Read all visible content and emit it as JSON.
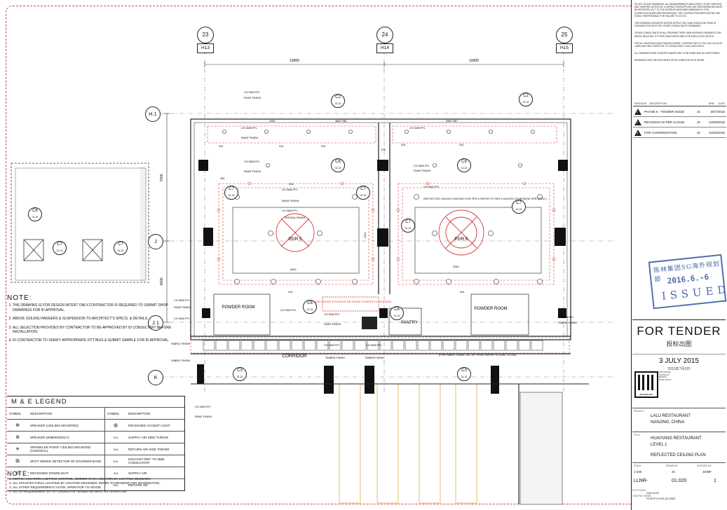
{
  "grid": {
    "columns": [
      {
        "num": "23",
        "code": "H13"
      },
      {
        "num": "24",
        "code": "H14"
      },
      {
        "num": "25",
        "code": "H15"
      }
    ],
    "rows": [
      "H.1",
      "J",
      "J.1",
      "K"
    ],
    "span_dims": [
      "10000",
      "10000"
    ],
    "row_dims": [
      "7000",
      "4000"
    ]
  },
  "plan": {
    "rooms": {
      "pdr5": "PDR 5",
      "pdr6": "PDR 6",
      "powder1": "POWDER ROOM",
      "powder2": "POWDER ROOM",
      "corridor": "CORRIDOR",
      "pantry": "PANTRY"
    },
    "section_tags": [
      "C2",
      "C2",
      "C8",
      "C8",
      "C7",
      "C7",
      "C7",
      "C7",
      "C6",
      "C7",
      "C7",
      "C6",
      "C6",
      "C3",
      "C3"
    ],
    "tag_sheet": "01.23",
    "ch_labels": [
      "CH 3300 FFL",
      "CH 3600 FFL",
      "CH 3825 FFL",
      "CH 4825 FFL"
    ],
    "finish_label": "PAINT FINISH",
    "special_finish": "SPECIAL FINISH",
    "timber_finish": "TIMBER FINISH",
    "fabric_finish": "FABRIC FINISH",
    "reflected_note": "(REFLECTED CEILING FINISHES FOR PDR 6 REFER TO PDR 5 UNLESS OTHERWISE SPECIFIED.)",
    "pantry_note": "* PLEASE ADVISE IF EXHAUST AIR OR M/E IN PANTRY IS REQUIRED",
    "fabric_note": "(FOR FABRIC PANEL SET-UP, POINT REFER TO DWG. 01.035)",
    "dims": [
      "1050",
      "3600 TBC",
      "2550 TBC",
      "6200",
      "2250",
      "600",
      "250",
      "4600",
      "2224",
      "1450"
    ],
    "sa_label": "S/A",
    "ra_label": "R/A"
  },
  "notes": {
    "title": "NOTE:",
    "items": [
      "THE DRAWING IS FOR DESIGN INTENT ONLY.CONTRACTOR IS REQUIRED TO SUBMIT SHOP DRAWINGS FOR ID APPROVAL.",
      "ABOVE CEILING HANGERS & SUSPENSION TO ARCHITECT'S SPECS. & DETAILS.",
      "ALL SELECTION PROVIDED BY CONTRACTOR TO BE APPROVED BY ID CONSULTANT BEFORE INSTALLATION.",
      "ID CONTRACTOR TO VERIFY APPROPRIATE FITTINGS & SUBMIT SAMPLE FOR ID APPROVAL."
    ]
  },
  "legend": {
    "title": "M & E LEGEND",
    "col_symbol": "SYMBOL",
    "col_desc": "DESCRIPTION",
    "left": [
      {
        "sym": "⊕",
        "desc": "SPEAKER (CEILING MOUNTED)"
      },
      {
        "sym": "⊛",
        "desc": "SPEAKER (EMERGENCY)"
      },
      {
        "sym": "✳",
        "desc": "SPRINKLER POINT: CEILING MOUNTED (CONCEAL)"
      },
      {
        "sym": "⊞",
        "desc": "SPOT SMOKE DETECTOR W/ SOUNDER BASE"
      },
      {
        "sym": "◎",
        "desc": "RECESSED DOWNLIGHT"
      }
    ],
    "right": [
      {
        "sym": "◍",
        "desc": "RECESSED ACCENT LIGHT"
      },
      {
        "sym": "S/A",
        "desc": "SUPPLY AIR SIDE THROW"
      },
      {
        "sym": "R/A",
        "desc": "RETURN AIR SIDE THROW"
      },
      {
        "sym": "E/A",
        "desc": "EXHAUST REF. TO M&E CONSULTANT"
      },
      {
        "sym": "S/A",
        "desc": "SUPPLY AIR"
      },
      {
        "sym": "R/A",
        "desc": "RETURN AIR"
      }
    ]
  },
  "notes2": {
    "title": "NOTE:",
    "items": [
      "SWITCH LOCATION, LIGHTING CONTROL, DIMMER RACK LOCATION BY LIGHTING DESIGNER.",
      "ALL ARCHITECTURAL LIGHTING BY LIGHTING DESIGNER, REFER TO DRAWING FOR INFORMATION.",
      "ALL OTHER REQUIREMENTS HOTEL OPERATOR TO ADVISE.",
      "ALL AV REQUIREMENT BY AV CONSULTANT BASED ON INPUT BY OPERATOR."
    ]
  },
  "title_block": {
    "general_notes": [
      "DO NOT SCALE DRAWINGS. ALL MEASUREMENTS AND LEVELS TO BE CHECKED AND VERIFIED ON SITE BY CONTRACTOR/SUPPLIER. ANY DISCREPANCIES MUST BE REPORTED OUT TO THE INTERIOR DESIGNER IMMEDIATELY FOR CLARIFICATION BEFORE PROCEEDING. THE CONTRACTOR/SUPPLIER WILL BE SOLELY RESPONSIBLE FOR FAILURE TO DO SO.",
      "THIS DRAWING INDICATES DESIGN INTENT ONLY AND SHOULD BE READ IN CONJUNCTION WITH THE OTHER CONSULTANTS' DRAWINGS.",
      "OTHER CONSULTANTS SHALL PREPARE THEIR OWN WORKING DRAWINGS FOR AREAS RELATING TO THEIR OWN DISCIPLINES FOR EXECUTION ON SITE.",
      "FOR ALL MATERIALS AND FINISHES WORK, CONTRACTOR TO FOLLOW LOCAL BY LAWS AND FIRE CODES OR TO CONSULTANT LOCAL ARCHITECT.",
      "ALL DRAWINGS ARE COUNTER UNDER SEE TO BE SAME AND IN LATER FINISH.",
      "DRAWINGS MUST BE RETURNED UPON COMPLETION OF WORK."
    ],
    "rev_headers": {
      "rev": "REVISION",
      "desc": "DESCRIPTION",
      "by": "DRN.",
      "date": "DATE"
    },
    "revisions": [
      {
        "no": "1",
        "desc": "PHASE II - TENDER ISSUE",
        "by": "JC",
        "date": "3/07/2015"
      },
      {
        "no": "2",
        "desc": "REVISION AS PER CLOUD",
        "by": "JC",
        "date": "14/08/2015"
      },
      {
        "no": "3",
        "desc": "FOR COORDINATION",
        "by": "JC",
        "date": "24/03/2016"
      }
    ],
    "stamp": {
      "line1": "陈林集团SG海外规划部",
      "line2": "2016.6.-6",
      "line3": "ISSUED"
    },
    "status": "FOR TENDER",
    "status_cn": "投标出图",
    "issue_date": "3 JULY 2015",
    "issue_date_cn": "2015年7月3日",
    "logo_text": "Designworks",
    "offices": [
      "SINGAPORE",
      "SHANGHAI",
      "BEIJING",
      "HONG KONG"
    ],
    "project_label": "PROJECT",
    "project_name": "LALU RESTAURANT",
    "project_location": "NANJING, CHINA",
    "title_label": "TITLE",
    "title_line1": "HUAIYANG RESTAURANT",
    "title_line2": "LEVEL 1",
    "title_line3": "REFLECTED CEILING PLAN",
    "scale_label": "SCALE",
    "drawn_label": "DRAWN BY",
    "checked_label": "CHECKED BY",
    "scale_value": "1:100",
    "drawn_value": "JC",
    "checked_value": "JS/MF",
    "code_prefix": "LLNR-",
    "code_num": "01.020",
    "rev_value": "1",
    "plot_label": "PLOT DATE",
    "plot_value": "2016.04.05",
    "file_label": "CAD FILE NAME",
    "file_value": "HY-RCP-01.020_SG.DWG"
  }
}
